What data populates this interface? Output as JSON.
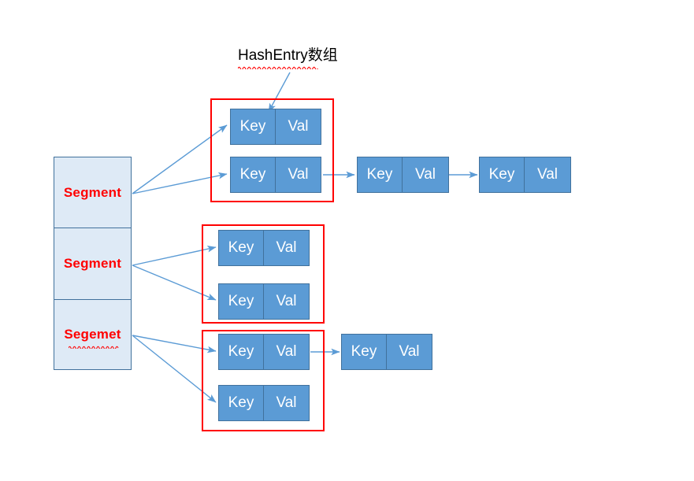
{
  "diagram": {
    "title_label": "HashEntry数组",
    "segments": [
      {
        "label": "Segment",
        "misspelled": false
      },
      {
        "label": "Segment",
        "misspelled": false
      },
      {
        "label": "Segemet",
        "misspelled": true
      }
    ],
    "node_key_label": "Key",
    "node_val_label": "Val",
    "groups": [
      {
        "name": "hashentry-array-1",
        "bucket_nodes": 2,
        "chain_nodes": 2
      },
      {
        "name": "hashentry-array-2",
        "bucket_nodes": 2,
        "chain_nodes": 0
      },
      {
        "name": "hashentry-array-3",
        "bucket_nodes": 2,
        "chain_nodes": 1
      }
    ],
    "colors": {
      "node_fill": "#5B9BD5",
      "node_border": "#41719C",
      "node_text": "#FFFFFF",
      "segment_fill": "#DEEAF6",
      "segment_border": "#41719C",
      "segment_text": "#FF0000",
      "group_border": "#FF0000",
      "arrow": "#5B9BD5",
      "title_text": "#000000",
      "spellcheck_underline": "#FF0000",
      "background": "#FFFFFF"
    },
    "nodes": {
      "g1_bucket_0": {
        "key": "Key",
        "val": "Val"
      },
      "g1_bucket_1": {
        "key": "Key",
        "val": "Val"
      },
      "g1_chain_0": {
        "key": "Key",
        "val": "Val"
      },
      "g1_chain_1": {
        "key": "Key",
        "val": "Val"
      },
      "g2_bucket_0": {
        "key": "Key",
        "val": "Val"
      },
      "g2_bucket_1": {
        "key": "Key",
        "val": "Val"
      },
      "g3_bucket_0": {
        "key": "Key",
        "val": "Val"
      },
      "g3_bucket_1": {
        "key": "Key",
        "val": "Val"
      },
      "g3_chain_0": {
        "key": "Key",
        "val": "Val"
      }
    }
  }
}
